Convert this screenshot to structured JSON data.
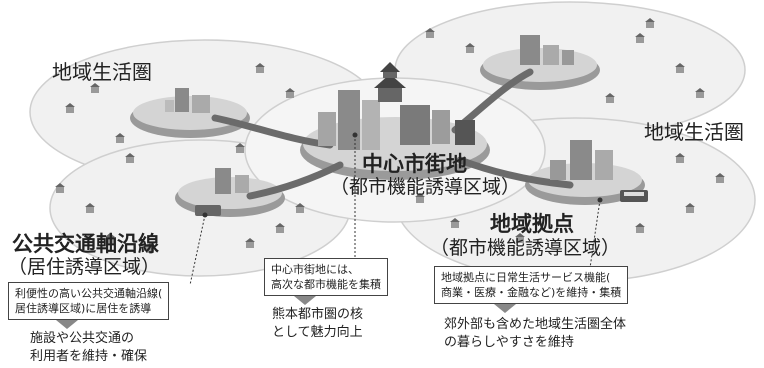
{
  "regions": {
    "top_left": "地域生活圏",
    "right": "地域生活圏"
  },
  "center": {
    "title": "中心市街地",
    "subtitle": "（都市機能誘導区域）",
    "box_lines": [
      "中心市街地には、",
      "高次な都市機能を集積"
    ],
    "note_lines": [
      "熊本都市圏の核",
      "として魅力向上"
    ]
  },
  "hub": {
    "title": "地域拠点",
    "subtitle": "（都市機能誘導区域）",
    "box_lines": [
      "地域拠点に日常生活サービス機能(",
      "商業・医療・金融など)を維持・集積"
    ],
    "note_lines": [
      "郊外部も含めた地域生活圏全体",
      "の暮らしやすさを維持"
    ]
  },
  "transit": {
    "title": "公共交通軸沿線",
    "subtitle": "（居住誘導区域）",
    "box_lines": [
      "利便性の高い公共交通軸沿線(",
      "居住誘導区域)に居住を誘導"
    ],
    "note_lines": [
      "施設や公共交通の",
      "利用者を維持・確保"
    ]
  },
  "colors": {
    "disc_fill": "#f1f1f1",
    "disc_stroke": "#cfcfcf",
    "road": "#6b6b6b",
    "building": "#8a8a8a",
    "arrow": "#888888"
  },
  "icons": [
    "house-icon",
    "building-icon",
    "castle-icon",
    "bus-icon"
  ]
}
